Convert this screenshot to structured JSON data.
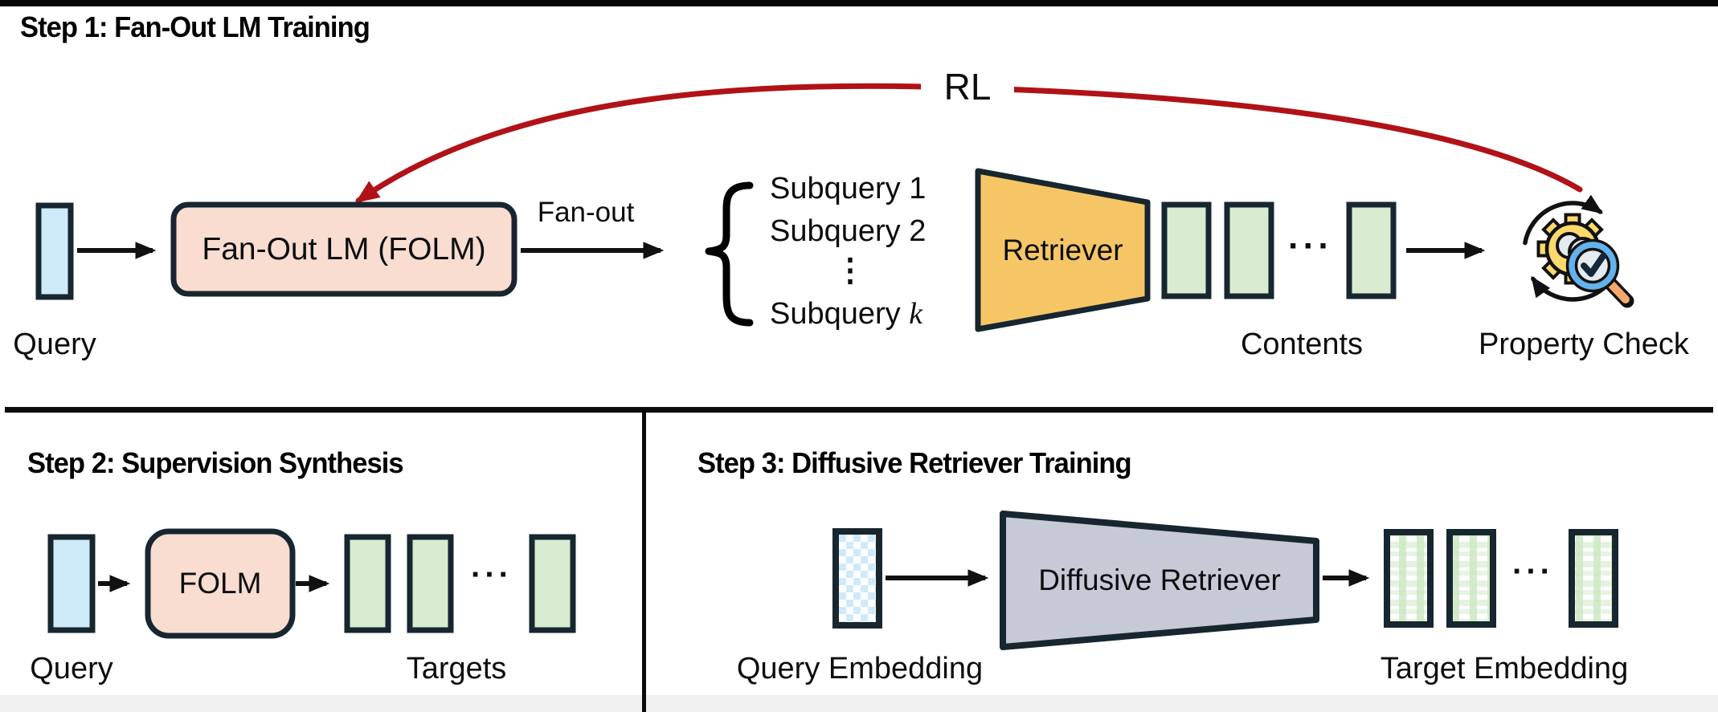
{
  "colors": {
    "outline_dark": "#17262f",
    "arrow_black": "#111111",
    "rl_red": "#b01218",
    "query_blue": "#cfeaf8",
    "folm_peach": "#f9ddd1",
    "retriever_orange": "#f6c666",
    "content_green": "#d8ecd2",
    "diffusive_gray": "#c6cad7",
    "gear_yellow": "#fcd96d",
    "magnifier_blue": "#63b2ec",
    "lens_gray": "#e4ebee",
    "handle_orange": "#f3a96e",
    "bottom_strip_gray": "#f0f0f1"
  },
  "step1": {
    "title": "Step 1: Fan-Out LM Training",
    "rl_label": "RL",
    "query_label": "Query",
    "folm_label": "Fan-Out LM (FOLM)",
    "fanout_label": "Fan-out",
    "subquery_1": "Subquery 1",
    "subquery_2": "Subquery 2",
    "vertical_dots": "⋮",
    "subquery_k_prefix": "Subquery ",
    "subquery_k_var": "k",
    "retriever_label": "Retriever",
    "dots": "···",
    "contents_label": "Contents",
    "property_check_label": "Property Check"
  },
  "step2": {
    "title": "Step 2: Supervision Synthesis",
    "query_label": "Query",
    "folm_label": "FOLM",
    "dots": "···",
    "targets_label": "Targets"
  },
  "step3": {
    "title": "Step 3: Diffusive Retriever Training",
    "query_embedding_label": "Query Embedding",
    "retriever_label": "Diffusive Retriever",
    "dots": "···",
    "target_embedding_label": "Target Embedding"
  }
}
